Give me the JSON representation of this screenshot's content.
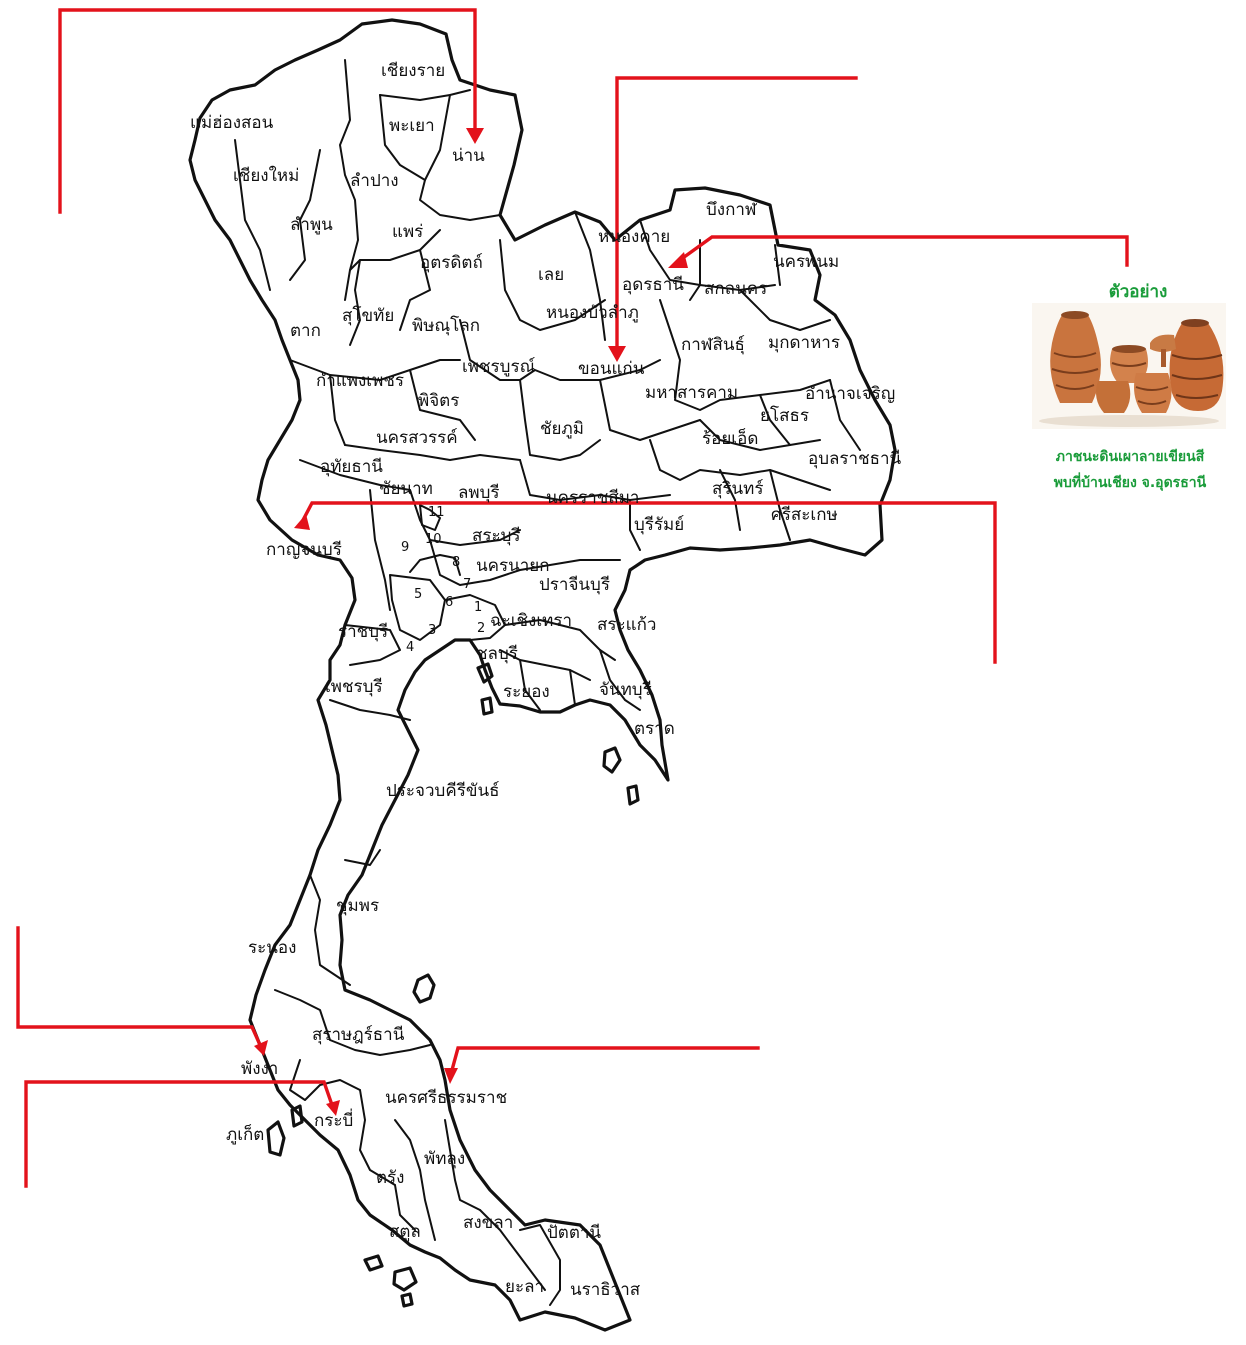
{
  "colors": {
    "arrow": "#e3121b",
    "border": "#111111",
    "legend_text": "#1a9c3a",
    "pottery": "#c9743e"
  },
  "provinces": [
    {
      "id": "chiang-rai",
      "label": "เชียงราย"
    },
    {
      "id": "mae-hong-son",
      "label": "แม่ฮ่องสอน"
    },
    {
      "id": "phayao",
      "label": "พะเยา"
    },
    {
      "id": "nan",
      "label": "น่าน"
    },
    {
      "id": "chiang-mai",
      "label": "เชียงใหม่"
    },
    {
      "id": "lampang",
      "label": "ลำปาง"
    },
    {
      "id": "lamphun",
      "label": "ลำพูน"
    },
    {
      "id": "phrae",
      "label": "แพร่"
    },
    {
      "id": "bueng-kan",
      "label": "บึงกาฬ"
    },
    {
      "id": "nong-khai",
      "label": "หนองคาย"
    },
    {
      "id": "uttaradit",
      "label": "อุตรดิตถ์"
    },
    {
      "id": "loei",
      "label": "เลย"
    },
    {
      "id": "udon-thani",
      "label": "อุดรธานี"
    },
    {
      "id": "sakon-nakhon",
      "label": "สกลนคร"
    },
    {
      "id": "nakhon-phanom",
      "label": "นครพนม"
    },
    {
      "id": "sukhothai",
      "label": "สุโขทัย"
    },
    {
      "id": "tak",
      "label": "ตาก"
    },
    {
      "id": "phitsanulok",
      "label": "พิษณุโลก"
    },
    {
      "id": "nong-bua-lamphu",
      "label": "หนองบัวลำภู"
    },
    {
      "id": "kalasin",
      "label": "กาฬสินธุ์"
    },
    {
      "id": "mukdahan",
      "label": "มุกดาหาร"
    },
    {
      "id": "kamphaeng-phet",
      "label": "กำแพงเพชร"
    },
    {
      "id": "phetchabun",
      "label": "เพชรบูรณ์"
    },
    {
      "id": "khon-kaen",
      "label": "ขอนแก่น"
    },
    {
      "id": "maha-sarakham",
      "label": "มหาสารคาม"
    },
    {
      "id": "amnat-charoen",
      "label": "อำนาจเจริญ"
    },
    {
      "id": "phichit",
      "label": "พิจิตร"
    },
    {
      "id": "yasothon",
      "label": "ยโสธร"
    },
    {
      "id": "chaiyaphum",
      "label": "ชัยภูมิ"
    },
    {
      "id": "nakhon-sawan",
      "label": "นครสวรรค์"
    },
    {
      "id": "roi-et",
      "label": "ร้อยเอ็ด"
    },
    {
      "id": "ubon",
      "label": "อุบลราชธานี"
    },
    {
      "id": "uthai-thani",
      "label": "อุทัยธานี"
    },
    {
      "id": "chai-nat",
      "label": "ชัยนาท"
    },
    {
      "id": "lopburi",
      "label": "ลพบุรี"
    },
    {
      "id": "nakhon-ratchasima",
      "label": "นครราชสีมา"
    },
    {
      "id": "surin",
      "label": "สุรินทร์"
    },
    {
      "id": "sisaket",
      "label": "ศรีสะเกษ"
    },
    {
      "id": "buriram",
      "label": "บุรีรัมย์"
    },
    {
      "id": "kanchanaburi",
      "label": "กาญจนบุรี"
    },
    {
      "id": "saraburi",
      "label": "สระบุรี"
    },
    {
      "id": "nakhon-nayok",
      "label": "นครนายก"
    },
    {
      "id": "prachinburi",
      "label": "ปราจีนบุรี"
    },
    {
      "id": "ratchaburi",
      "label": "ราชบุรี"
    },
    {
      "id": "chachoengsao",
      "label": "ฉะเชิงเทรา"
    },
    {
      "id": "sa-kaeo",
      "label": "สระแก้ว"
    },
    {
      "id": "chonburi",
      "label": "ชลบุรี"
    },
    {
      "id": "phetchaburi",
      "label": "เพชรบุรี"
    },
    {
      "id": "rayong",
      "label": "ระยอง"
    },
    {
      "id": "chanthaburi",
      "label": "จันทบุรี"
    },
    {
      "id": "trat",
      "label": "ตราด"
    },
    {
      "id": "prachuap",
      "label": "ประจวบคีรีขันธ์"
    },
    {
      "id": "chumphon",
      "label": "ชุมพร"
    },
    {
      "id": "ranong",
      "label": "ระนอง"
    },
    {
      "id": "surat-thani",
      "label": "สุราษฎร์ธานี"
    },
    {
      "id": "phang-nga",
      "label": "พังงา"
    },
    {
      "id": "nakhon-si-thammarat",
      "label": "นครศรีธรรมราช"
    },
    {
      "id": "phuket",
      "label": "ภูเก็ต"
    },
    {
      "id": "krabi",
      "label": "กระบี่"
    },
    {
      "id": "phatthalung",
      "label": "พัทลุง"
    },
    {
      "id": "trang",
      "label": "ตรัง"
    },
    {
      "id": "satun",
      "label": "สตูล"
    },
    {
      "id": "songkhla",
      "label": "สงขลา"
    },
    {
      "id": "pattani",
      "label": "ปัตตานี"
    },
    {
      "id": "yala",
      "label": "ยะลา"
    },
    {
      "id": "narathiwat",
      "label": "นราธิวาส"
    }
  ],
  "central_numbers": [
    "1",
    "2",
    "3",
    "4",
    "5",
    "6",
    "7",
    "8",
    "9",
    "10",
    "11"
  ],
  "legend": {
    "title": "ตัวอย่าง",
    "caption_line1": "ภาชนะดินเผาลายเขียนสี",
    "caption_line2": "พบที่บ้านเชียง จ.อุดรธานี",
    "image_icon": "ban-chiang-pottery-photo"
  }
}
